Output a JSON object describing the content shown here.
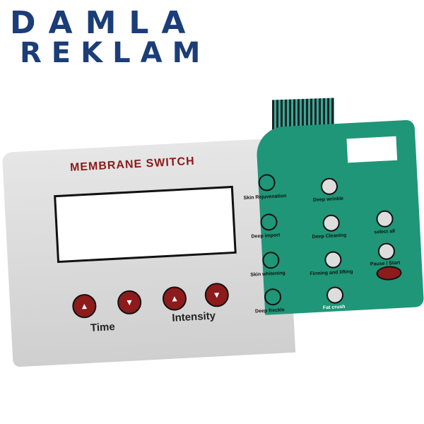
{
  "logo": {
    "line1": "DAMLA",
    "line2": "REKLAM",
    "color": "#1b3d78"
  },
  "panel": {
    "title": "MEMBRANE SWITCH",
    "left_buttons": [
      {
        "icon": "up-arrow-icon"
      },
      {
        "icon": "down-arrow-icon"
      },
      {
        "icon": "up-arrow-icon"
      },
      {
        "icon": "down-arrow-icon"
      }
    ],
    "time_label": "Time",
    "intensity_label": "Intensity",
    "mode_labels": [
      "Skin Rejuvenation",
      "Deep import",
      "Skin whitening",
      "Deep freckle"
    ],
    "right_labels": [
      "Deep wrinkle",
      "Deep Cleaning",
      "Firming and lifting",
      "Fat crush"
    ],
    "far_right_labels": [
      "select all",
      "Pause / Start"
    ],
    "colors": {
      "green": "#1f9677",
      "button_red": "#8e1b1b",
      "grey": "#dcdcdc"
    }
  }
}
